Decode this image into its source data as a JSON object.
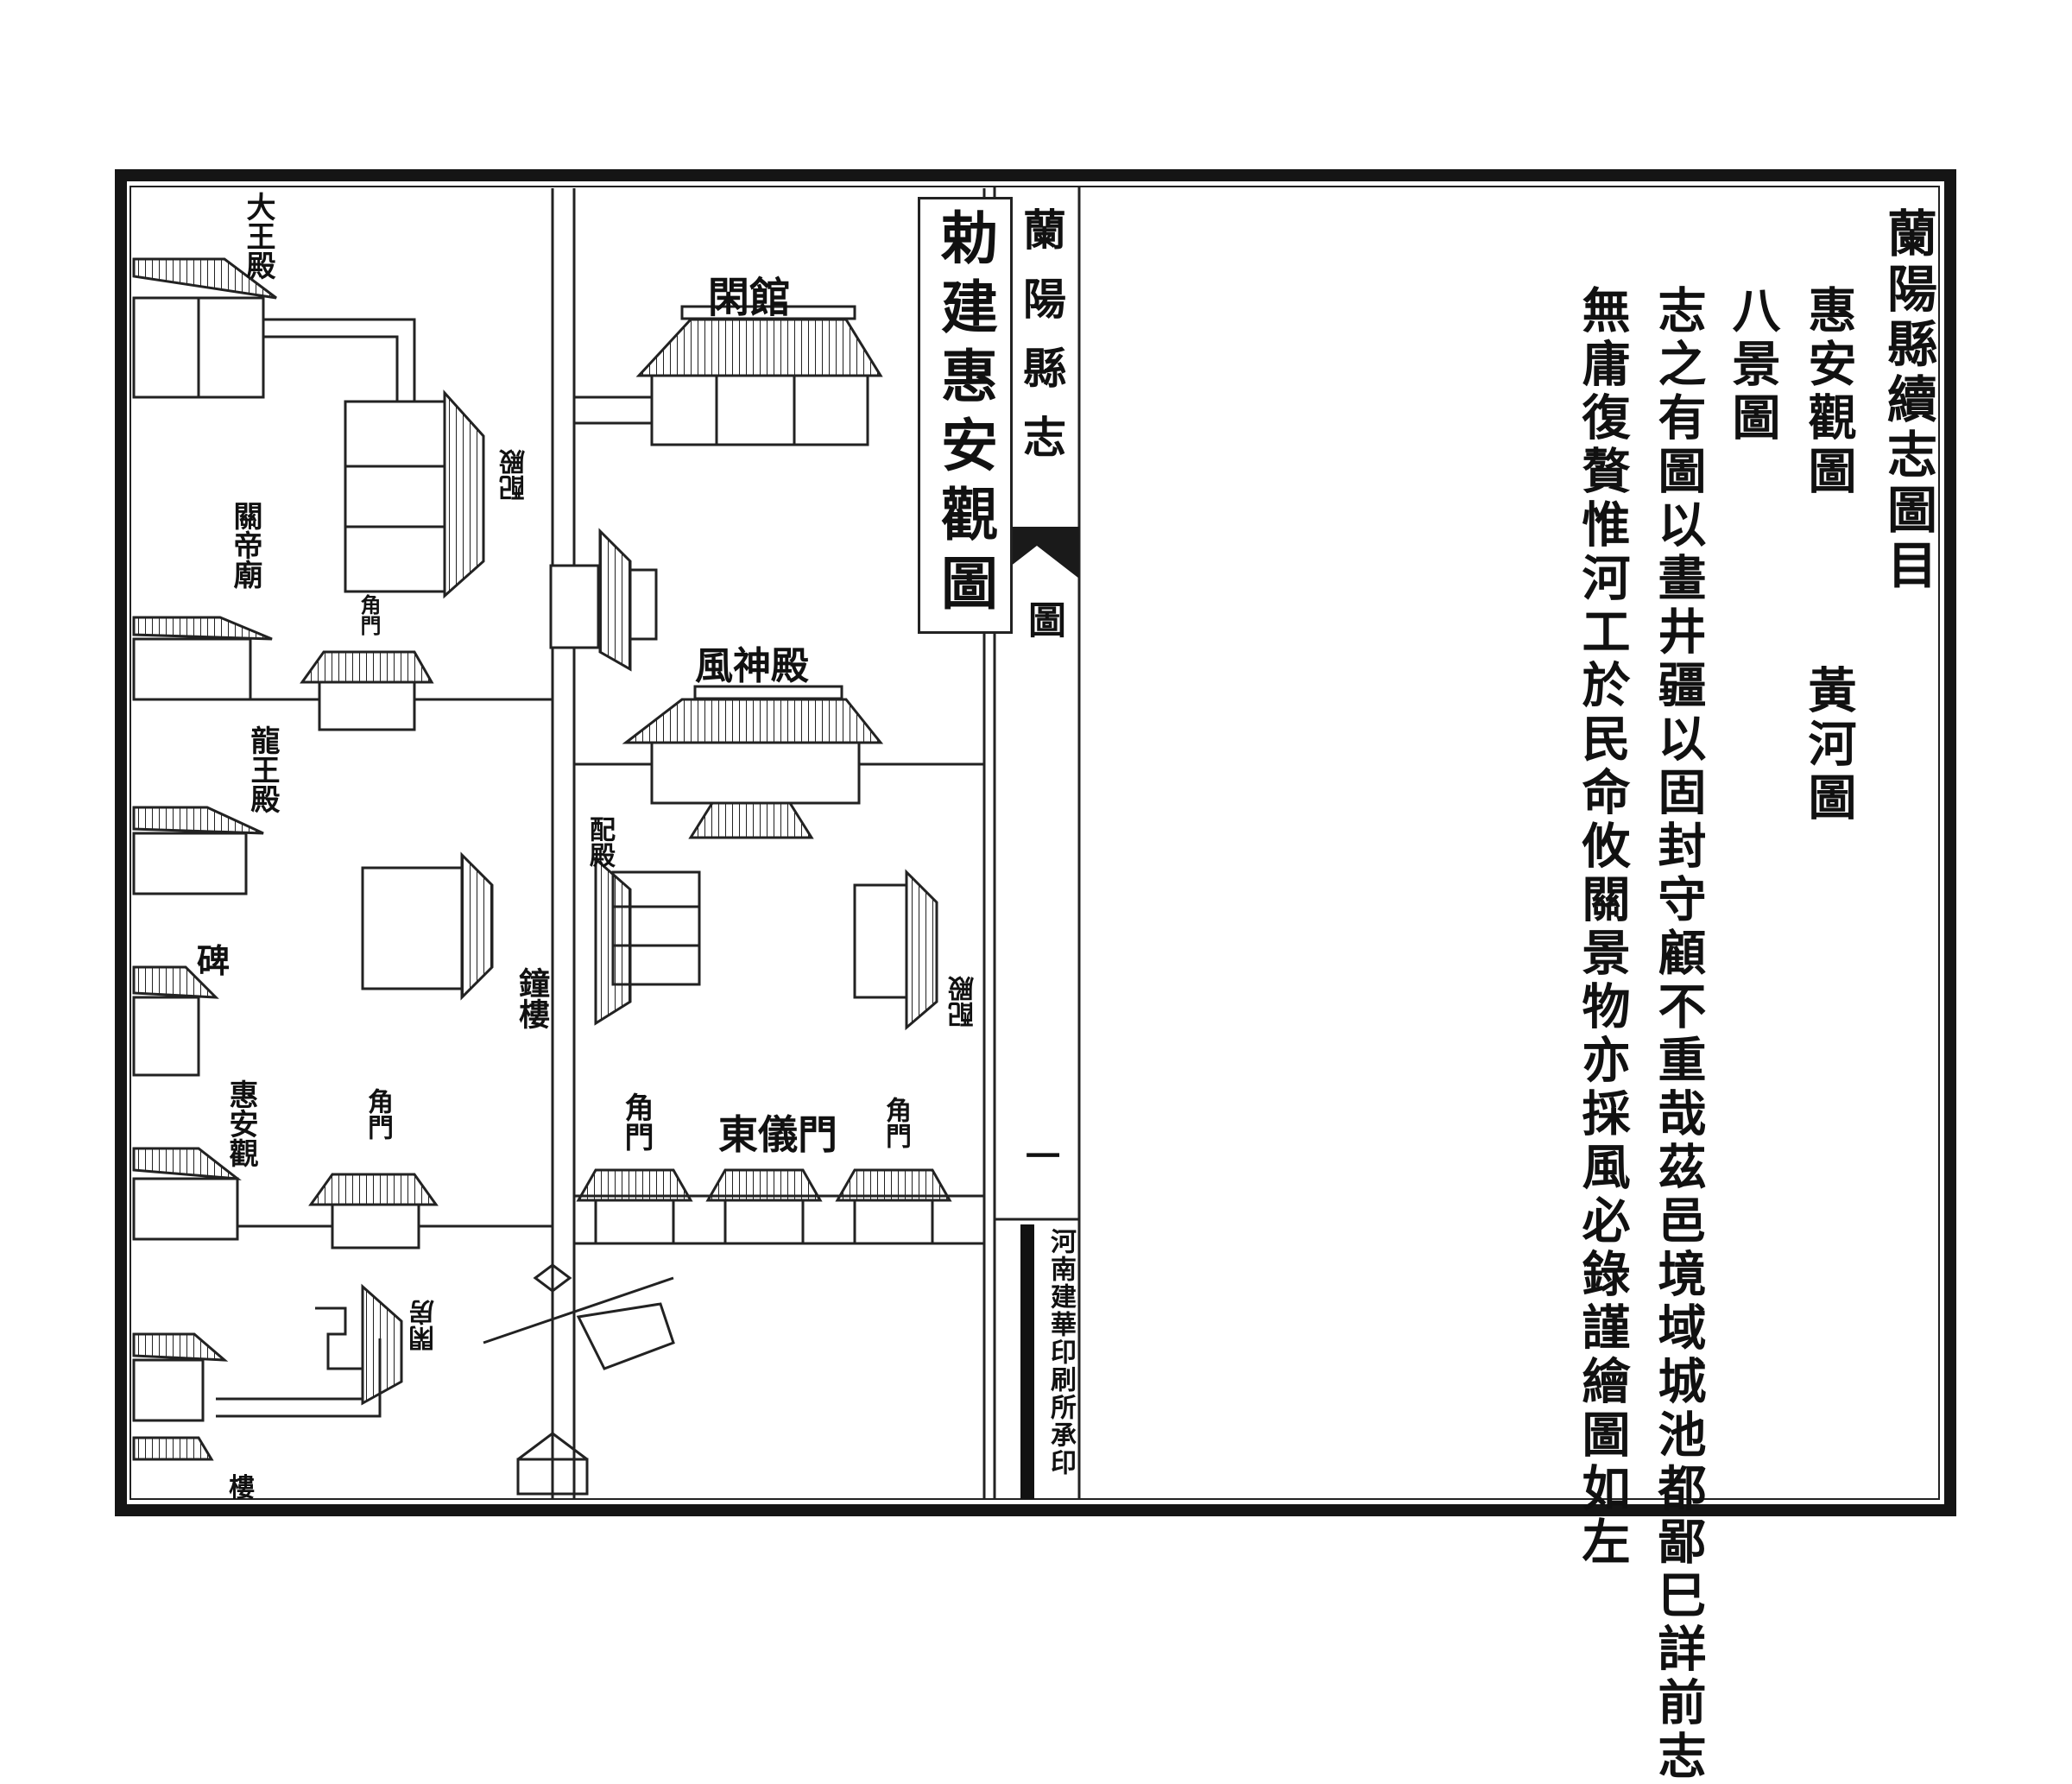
{
  "toc": {
    "title": "蘭陽縣續志圖目",
    "items": [
      "惠安觀圖",
      "黃河圖",
      "八景圖"
    ]
  },
  "preface": {
    "line1": "志之有圖以畫井疆以固封守顧不重哉茲邑境域城池都鄙巳詳前志",
    "line2": "無庸復贅惟河工於民命攸關景物亦採風必錄謹繪圖如左"
  },
  "spine": {
    "title": "蘭陽縣志",
    "section": "圖",
    "page_number": "一",
    "printer": "河南建華印刷所承印"
  },
  "map": {
    "title": "勅建惠安觀圖",
    "labels": {
      "guest_hall": "閑館",
      "wind_god_hall": "風神殿",
      "east_gate": "東儀門",
      "corner_gate_1": "角門",
      "corner_gate_2": "角門",
      "corner_gate_3": "角門",
      "corner_gate_4": "角門",
      "king_hall": "大王殿",
      "guandi_temple": "關帝廟",
      "dragon_king_hall": "龍王殿",
      "stele": "碑",
      "huian_temple": "惠安觀",
      "side_hall_1": "配殿",
      "side_hall_2": "配殿",
      "side_hall_3": "配殿",
      "bell_tower": "鐘樓",
      "side_room": "閑房",
      "tower": "樓"
    }
  }
}
